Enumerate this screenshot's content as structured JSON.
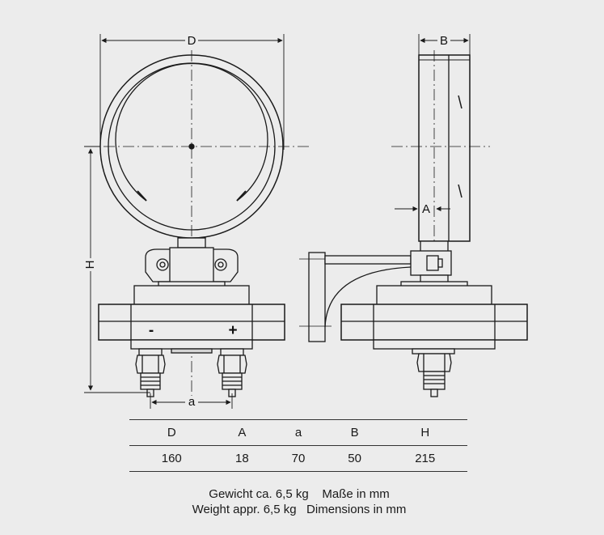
{
  "drawing": {
    "labels": {
      "dim_d": "D",
      "dim_b": "B",
      "dim_a_upper": "A",
      "dim_h": "H",
      "dim_a_lower": "a",
      "minus_sign": "-",
      "plus_sign": "+"
    },
    "colors": {
      "line": "#1a1a1a",
      "fill": "#ececec",
      "dark_fill": "#d4d4d4"
    }
  },
  "table": {
    "headers": [
      "D",
      "A",
      "a",
      "B",
      "H"
    ],
    "values": [
      "160",
      "18",
      "70",
      "50",
      "215"
    ]
  },
  "footnote": {
    "line1": "Gewicht ca. 6,5 kg    Maße in mm",
    "line2": "Weight appr. 6,5 kg   Dimensions in mm"
  }
}
